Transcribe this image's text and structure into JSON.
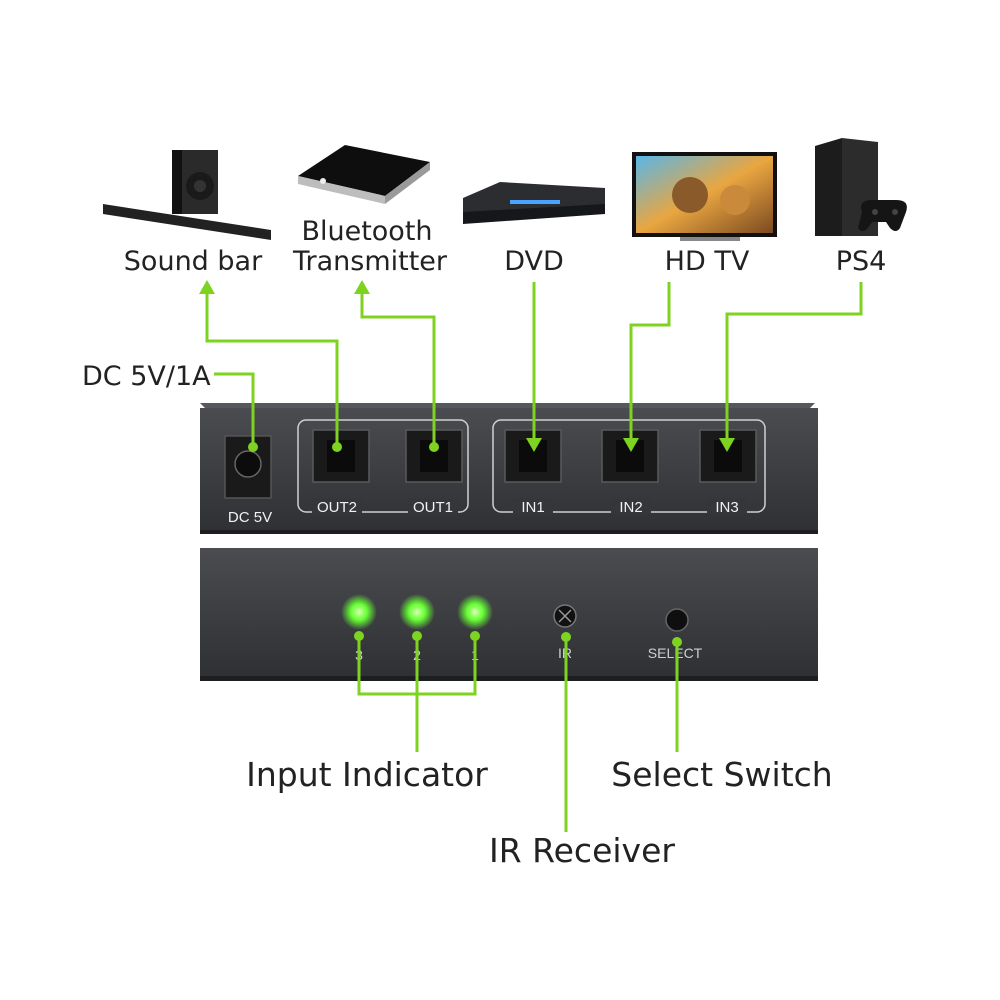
{
  "devices": {
    "soundbar": "Sound bar",
    "bt_line1": "Bluetooth",
    "bt_line2": "Transmitter",
    "dvd": "DVD",
    "hdtv": "HD TV",
    "ps4": "PS4"
  },
  "power_label": "DC 5V/1A",
  "rear_panel": {
    "dc": "DC 5V",
    "ports": [
      "OUT2",
      "OUT1",
      "IN1",
      "IN2",
      "IN3"
    ]
  },
  "front_panel": {
    "leds": [
      "3",
      "2",
      "1"
    ],
    "ir": "IR",
    "select": "SELECT"
  },
  "callouts": {
    "input_indicator": "Input Indicator",
    "ir_receiver": "IR Receiver",
    "select_switch": "Select Switch"
  },
  "colors": {
    "accent": "#7ed321",
    "panel": "#3a3c3f",
    "led": "#66ff33"
  }
}
